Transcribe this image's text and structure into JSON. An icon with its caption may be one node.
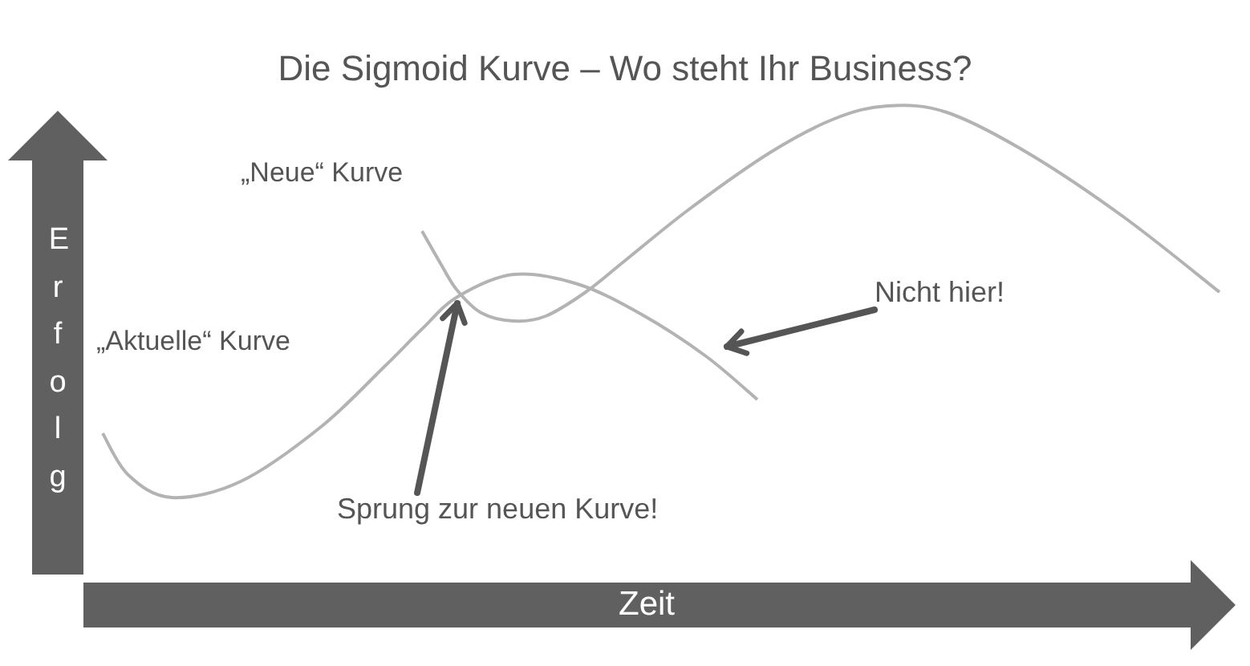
{
  "diagram": {
    "title": "Die Sigmoid Kurve – Wo steht Ihr Business?",
    "nodes": [
      {
        "text": [
          "Erfolg"
        ]
      },
      {
        "text": [
          "Nicht hier!"
        ]
      },
      {
        "text": [
          "Sprung zur neuen Kurve!"
        ]
      },
      {
        "text": [
          "Zeit"
        ]
      }
    ],
    "edges": [
      {
        "from": 2,
        "to": null,
        "arrow": "to"
      },
      {
        "from": 1,
        "to": null,
        "arrow": "to"
      }
    ],
    "labels": [
      "„Neue“ Kurve",
      "„Aktuelle“ Kurve"
    ]
  }
}
